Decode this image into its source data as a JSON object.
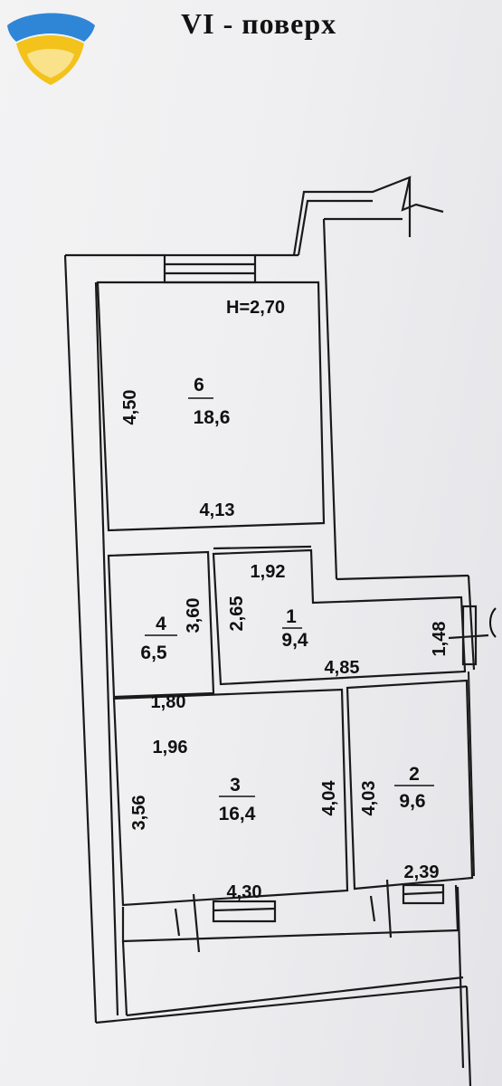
{
  "title": "VI -  поверх",
  "logo_colors": {
    "top": "#2f86d6",
    "bottom": "#f3c21b"
  },
  "ceiling_height": "H=2,70",
  "rooms": [
    {
      "number": "6",
      "area": "18,6"
    },
    {
      "number": "1",
      "area": "9,4"
    },
    {
      "number": "4",
      "area": "6,5"
    },
    {
      "number": "3",
      "area": "16,4"
    },
    {
      "number": "2",
      "area": "9,6"
    }
  ],
  "dimensions": {
    "r6_height": "4,50",
    "r6_width": "4,13",
    "r1_top": "1,92",
    "r1_left": "2,65",
    "r1_bottom": "4,85",
    "r1_right": "1,48",
    "r4_height": "3,60",
    "r4_width": "1,80",
    "r3_top": "1,96",
    "r3_left": "3,56",
    "r3_right": "4,04",
    "r3_bottom": "4,30",
    "r2_left": "4,03",
    "r2_bottom": "2,39"
  }
}
